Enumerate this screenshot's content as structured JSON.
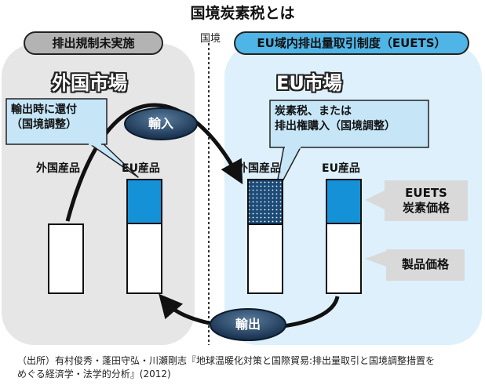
{
  "title": "国境炭素税とは",
  "border_label": "国境",
  "left": {
    "header": "排出規制未実施",
    "market": "外国市場",
    "note": "輸出時に還付\n（国境調整）",
    "products": [
      "外国産品",
      "EU産品"
    ]
  },
  "right": {
    "header": "EU域内排出量取引制度（EUETS）",
    "market": "EU市場",
    "note": "炭素税、または\n排出権購入（国境調整）",
    "products": [
      "外国産品",
      "EU産品"
    ]
  },
  "flows": {
    "import": "輸入",
    "export": "輸出"
  },
  "legend": {
    "carbon_price": "EUETS\n炭素価格",
    "product_price": "製品価格"
  },
  "colors": {
    "carbon_price": "#1591d8",
    "adjustment_pattern": "#1c4b78",
    "eu_panel": "#def0fb",
    "foreign_panel": "#e6e6e6"
  },
  "source": "（出所）有村俊秀・蓬田守弘・川瀬剛志『地球温暖化対策と国際貿易:排出量取引と国境調整措置を\nめぐる経済学・法学的分析』(2012)"
}
